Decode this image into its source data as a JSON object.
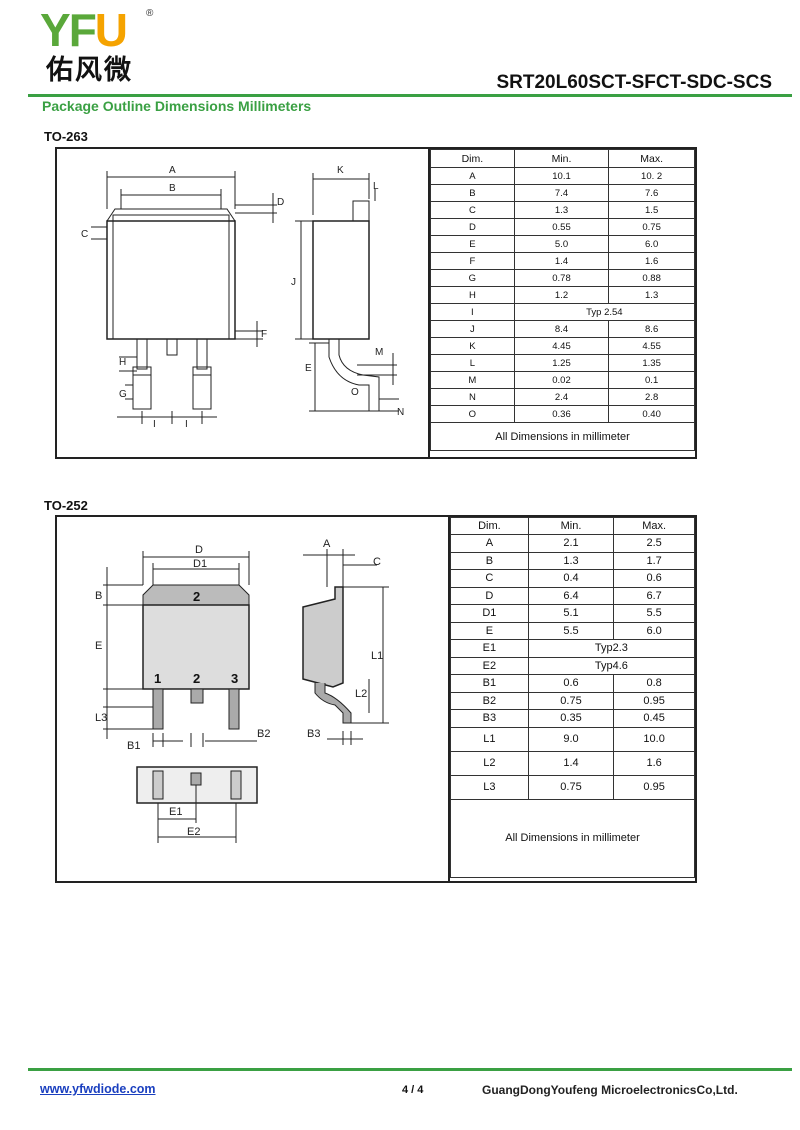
{
  "header": {
    "logo_text": "YFU",
    "logo_registered": "®",
    "logo_chinese": "佑风微",
    "part_number": "SRT20L60SCT-SFCT-SDC-SCS",
    "section_title": "Package Outline Dimensions Millimeters",
    "brand_colors": {
      "green": "#3aa043",
      "orange": "#f5a300"
    }
  },
  "to263": {
    "label": "TO-263",
    "drawing_labels": [
      "A",
      "B",
      "C",
      "D",
      "E",
      "F",
      "G",
      "H",
      "I",
      "I",
      "J",
      "K",
      "L",
      "M",
      "N",
      "O"
    ],
    "table": {
      "headers": [
        "Dim.",
        "Min.",
        "Max."
      ],
      "rows": [
        [
          "A",
          "10.1",
          "10. 2"
        ],
        [
          "B",
          "7.4",
          "7.6"
        ],
        [
          "C",
          "1.3",
          "1.5"
        ],
        [
          "D",
          "0.55",
          "0.75"
        ],
        [
          "E",
          "5.0",
          "6.0"
        ],
        [
          "F",
          "1.4",
          "1.6"
        ],
        [
          "G",
          "0.78",
          "0.88"
        ],
        [
          "H",
          "1.2",
          "1.3"
        ],
        [
          "I",
          "Typ 2.54",
          ""
        ],
        [
          "J",
          "8.4",
          "8.6"
        ],
        [
          "K",
          "4.45",
          "4.55"
        ],
        [
          "L",
          "1.25",
          "1.35"
        ],
        [
          "M",
          "0.02",
          "0.1"
        ],
        [
          "N",
          "2.4",
          "2.8"
        ],
        [
          "O",
          "0.36",
          "0.40"
        ]
      ],
      "note": "All Dimensions in millimeter"
    }
  },
  "to252": {
    "label": "TO-252",
    "drawing_labels": [
      "D",
      "D1",
      "A",
      "C",
      "B",
      "E",
      "L1",
      "L2",
      "L3",
      "B1",
      "B2",
      "B3",
      "E1",
      "E2",
      "1",
      "2",
      "3",
      "2"
    ],
    "table": {
      "headers": [
        "Dim.",
        "Min.",
        "Max."
      ],
      "rows": [
        [
          "A",
          "2.1",
          "2.5"
        ],
        [
          "B",
          "1.3",
          "1.7"
        ],
        [
          "C",
          "0.4",
          "0.6"
        ],
        [
          "D",
          "6.4",
          "6.7"
        ],
        [
          "D1",
          "5.1",
          "5.5"
        ],
        [
          "E",
          "5.5",
          "6.0"
        ],
        [
          "E1",
          "Typ2.3",
          ""
        ],
        [
          "E2",
          "Typ4.6",
          ""
        ],
        [
          "B1",
          "0.6",
          "0.8"
        ],
        [
          "B2",
          "0.75",
          "0.95"
        ],
        [
          "B3",
          "0.35",
          "0.45"
        ],
        [
          "L1",
          "9.0",
          "10.0"
        ],
        [
          "L2",
          "1.4",
          "1.6"
        ],
        [
          "L3",
          "0.75",
          "0.95"
        ]
      ],
      "note": "All Dimensions in millimeter"
    }
  },
  "footer": {
    "website": "www.yfwdiode.com",
    "page": "4 / 4",
    "company": "GuangDongYoufeng MicroelectronicsCo,Ltd."
  }
}
